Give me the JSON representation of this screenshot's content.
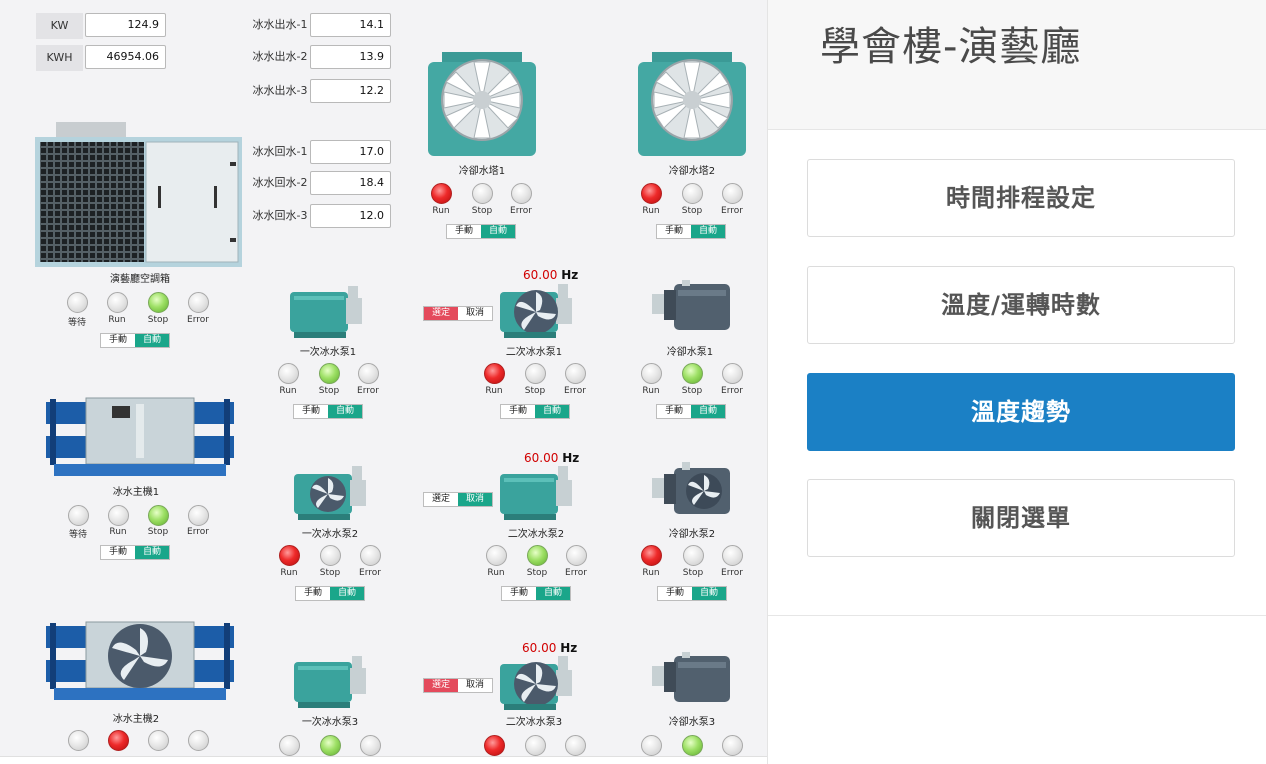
{
  "menu": {
    "title": "學會樓-演藝廳",
    "items": [
      {
        "label": "時間排程設定",
        "active": false
      },
      {
        "label": "溫度/運轉時數",
        "active": false
      },
      {
        "label": "溫度趨勢",
        "active": true
      },
      {
        "label": "關閉選單",
        "active": false
      }
    ]
  },
  "power": {
    "kw_label": "KW",
    "kw_value": "124.9",
    "kwh_label": "KWH",
    "kwh_value": "46954.06"
  },
  "temps": {
    "supply": [
      {
        "label": "冰水出水-1",
        "value": "14.1"
      },
      {
        "label": "冰水出水-2",
        "value": "13.9"
      },
      {
        "label": "冰水出水-3",
        "value": "12.2"
      }
    ],
    "return": [
      {
        "label": "冰水回水-1",
        "value": "17.0"
      },
      {
        "label": "冰水回水-2",
        "value": "18.4"
      },
      {
        "label": "冰水回水-3",
        "value": "12.0"
      }
    ]
  },
  "lamp_labels": {
    "wait": "等待",
    "run": "Run",
    "stop": "Stop",
    "error": "Error"
  },
  "mode_labels": {
    "manual": "手動",
    "auto": "自動"
  },
  "select_labels": {
    "confirm": "選定",
    "cancel": "取消"
  },
  "hz_unit": "Hz",
  "equipment": {
    "ahu": {
      "name": "演藝廳空調箱"
    },
    "chiller1": {
      "name": "冰水主機1"
    },
    "chiller2": {
      "name": "冰水主機2"
    },
    "tower1": {
      "name": "冷卻水塔1"
    },
    "tower2": {
      "name": "冷卻水塔2"
    },
    "primary1": {
      "name": "一次冰水泵1"
    },
    "primary2": {
      "name": "一次冰水泵2"
    },
    "primary3": {
      "name": "一次冰水泵3"
    },
    "secondary1": {
      "name": "二次冰水泵1",
      "hz": "60.00"
    },
    "secondary2": {
      "name": "二次冰水泵2",
      "hz": "60.00"
    },
    "secondary3": {
      "name": "二次冰水泵3",
      "hz": "60.00"
    },
    "cooling1": {
      "name": "冷卻水泵1"
    },
    "cooling2": {
      "name": "冷卻水泵2"
    },
    "cooling3": {
      "name": "冷卻水泵3"
    }
  },
  "colors": {
    "menu_active": "#1b80c5",
    "auto_on": "#1aa68a",
    "select_red": "#e44a5c",
    "lamp_red": "#ee2a2a",
    "lamp_green": "#9ee066",
    "hz_red": "#d10000"
  }
}
